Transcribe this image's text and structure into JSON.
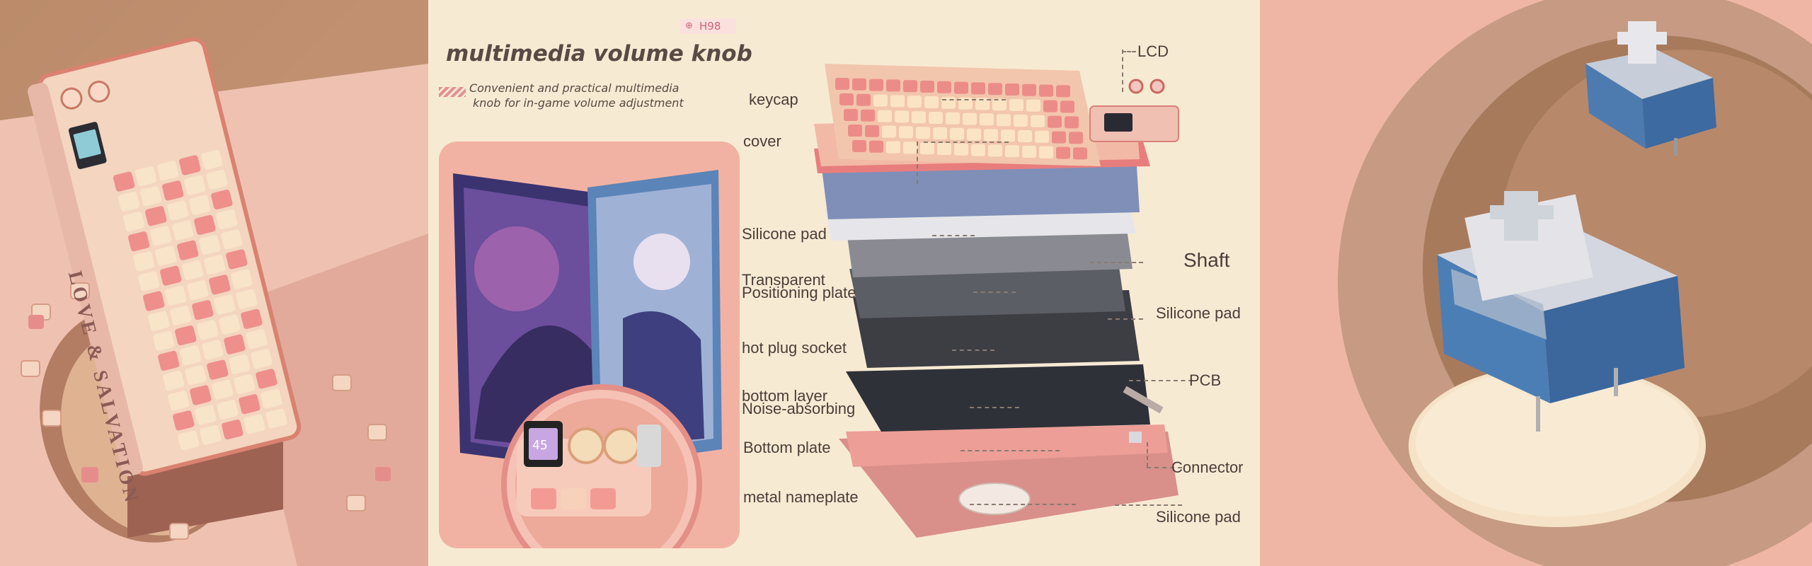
{
  "center_panel": {
    "brand_tag": "H98",
    "title": "multimedia volume knob",
    "subtitle_line1": "Convenient and practical multimedia",
    "subtitle_line2": "knob for in-game volume adjustment",
    "screen_value": "45"
  },
  "keyboard_side_text": "LOVE & SALVATION",
  "exploded_view": {
    "lcd": "LCD",
    "keycap": "keycap",
    "cover": "cover",
    "silicone_pad_left": "Silicone pad",
    "shaft": "Shaft",
    "transparent": "Transparent",
    "positioning_plate": "Positioning plate",
    "silicone_pad_right": "Silicone pad",
    "hot_plug_socket": "hot plug socket",
    "pcb": "PCB",
    "bottom_layer": "bottom layer",
    "noise_absorbing": "Noise-absorbing",
    "bottom_plate": "Bottom plate",
    "connector": "Connector",
    "metal_nameplate": "metal nameplate",
    "silicone_pad_bottom": "Silicone pad"
  }
}
